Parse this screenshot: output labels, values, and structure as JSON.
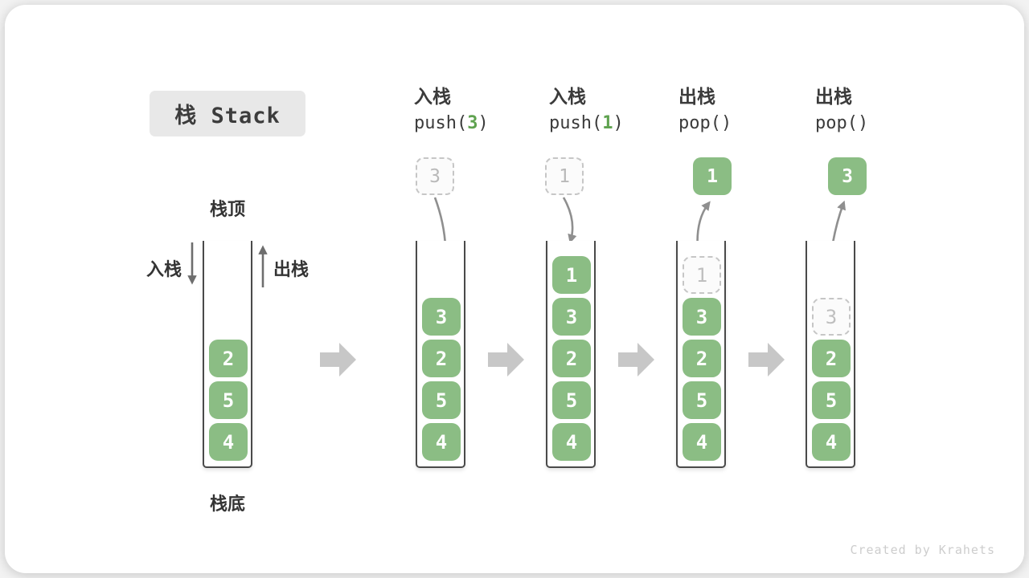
{
  "page": {
    "title_badge": "栈 Stack",
    "watermark": "Created by Krahets"
  },
  "stack_anatomy": {
    "top_label": "栈顶",
    "bottom_label": "栈底",
    "push_label": "入栈",
    "pop_label": "出栈"
  },
  "colors": {
    "cell_green": "#8bbd84",
    "code_arg_green": "#5fa24f",
    "text_dark": "#3b3b3b",
    "container_wall": "#4a4a4a",
    "curved_arrow": "#8f8f8f",
    "flow_arrow": "#c7c7c7",
    "ghost_border": "#c6c6c6",
    "ghost_text": "#b9b9b9",
    "badge_bg": "#e8e8e8",
    "watermark_gray": "#cdcdcd"
  },
  "operations": [
    {
      "name": "入栈",
      "code_pre": "push(",
      "code_arg": "3",
      "code_post": ")",
      "moving_value": "3",
      "moving_style": "dashed"
    },
    {
      "name": "入栈",
      "code_pre": "push(",
      "code_arg": "1",
      "code_post": ")",
      "moving_value": "1",
      "moving_style": "dashed"
    },
    {
      "name": "出栈",
      "code_pre": "pop(",
      "code_arg": "",
      "code_post": ")",
      "moving_value": "1",
      "moving_style": "solid"
    },
    {
      "name": "出栈",
      "code_pre": "pop(",
      "code_arg": "",
      "code_post": ")",
      "moving_value": "3",
      "moving_style": "solid"
    }
  ],
  "stacks": [
    {
      "cells": [
        {
          "v": "2"
        },
        {
          "v": "5"
        },
        {
          "v": "4"
        }
      ]
    },
    {
      "cells": [
        {
          "v": "3"
        },
        {
          "v": "2"
        },
        {
          "v": "5"
        },
        {
          "v": "4"
        }
      ]
    },
    {
      "cells": [
        {
          "v": "1"
        },
        {
          "v": "3"
        },
        {
          "v": "2"
        },
        {
          "v": "5"
        },
        {
          "v": "4"
        }
      ]
    },
    {
      "cells": [
        {
          "v": "1",
          "ghost": true
        },
        {
          "v": "3"
        },
        {
          "v": "2"
        },
        {
          "v": "5"
        },
        {
          "v": "4"
        }
      ]
    },
    {
      "cells": [
        {
          "v": "3",
          "ghost": true
        },
        {
          "v": "2"
        },
        {
          "v": "5"
        },
        {
          "v": "4"
        }
      ]
    }
  ]
}
